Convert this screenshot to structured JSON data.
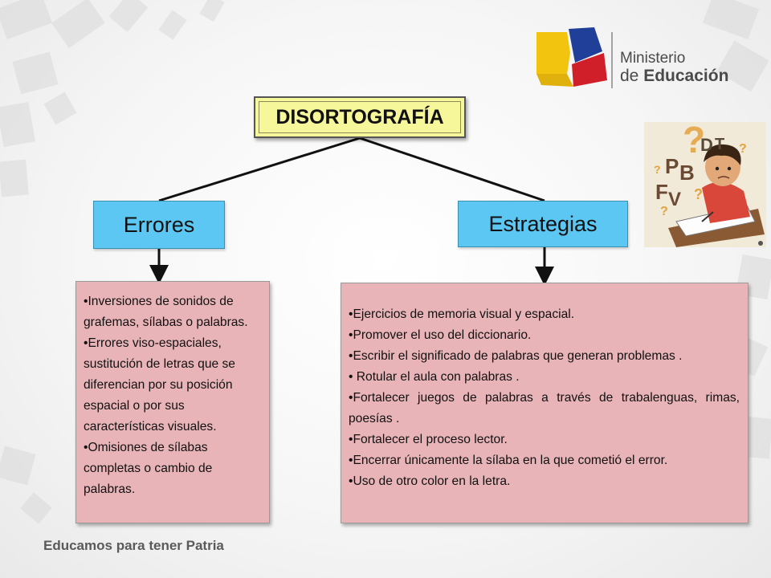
{
  "logo": {
    "line1": "Ministerio",
    "line2_prefix": "de ",
    "line2_bold": "Educación"
  },
  "title": "DISORTOGRAFÍA",
  "nodes": {
    "left": "Errores",
    "right": "Estrategias"
  },
  "errores_items": [
    "•Inversiones de sonidos de grafemas, sílabas o palabras.",
    "•Errores viso-espaciales, sustitución de letras que se diferencian por su posición espacial o por sus características visuales.",
    "•Omisiones de sílabas completas o cambio de palabras."
  ],
  "estrategias_items": [
    "•Ejercicios de memoria visual y espacial.",
    "•Promover el uso del diccionario.",
    "•Escribir el significado de palabras que generan  problemas .",
    "• Rotular el aula con palabras .",
    "•Fortalecer juegos de palabras a través de trabalenguas, rimas, poesías .",
    "•Fortalecer el proceso lector.",
    "•Encerrar únicamente la sílaba en la que cometió el error.",
    "•Uso de otro color en la letra."
  ],
  "illustration_letters": [
    "D",
    "T",
    "P",
    "B",
    "F",
    "V",
    "?",
    "?",
    "?",
    "?",
    "?"
  ],
  "footer": "Educamos para tener Patria",
  "colors": {
    "title_fill": "#f6f79a",
    "node_fill": "#5bc7f2",
    "panel_fill": "#e8b4b8",
    "flag_yellow": "#f2c40f",
    "flag_blue": "#1f3f99",
    "flag_red": "#d11f2a"
  }
}
